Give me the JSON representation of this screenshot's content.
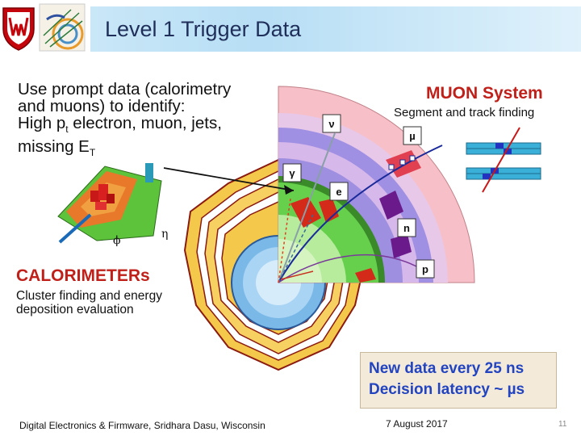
{
  "slide": {
    "title": "Level 1 Trigger Data",
    "intro_lines": [
      "Use prompt data (calorimetry",
      "and muons) to identify:",
      "High p",
      "t",
      " electron, muon, jets,",
      "missing E",
      "T"
    ],
    "muon_title": "MUON System",
    "muon_subtitle": "Segment and track finding",
    "calo_title": "CALORIMETERs",
    "calo_lines": [
      "Cluster finding and energy",
      "deposition evaluation"
    ],
    "notice_lines": [
      "New data every 25 ns",
      "Decision latency ~ µs"
    ],
    "particle_labels": {
      "nu": "ν",
      "mu": "µ",
      "gamma": "γ",
      "e": "e",
      "n": "n",
      "p": "p"
    },
    "axis_labels": {
      "phi": "ϕ",
      "eta": "η"
    }
  },
  "footer": {
    "left": "Digital Electronics & Firmware, Sridhara Dasu, Wisconsin",
    "date": "7 August 2017",
    "page": "11"
  },
  "colors": {
    "title": "#1f2f5a",
    "accent_red": "#c0201a",
    "notice_text": "#2244c0",
    "header_bg": "#c9e7f7"
  },
  "logos": [
    "uw-crest-logo",
    "cms-logo"
  ]
}
